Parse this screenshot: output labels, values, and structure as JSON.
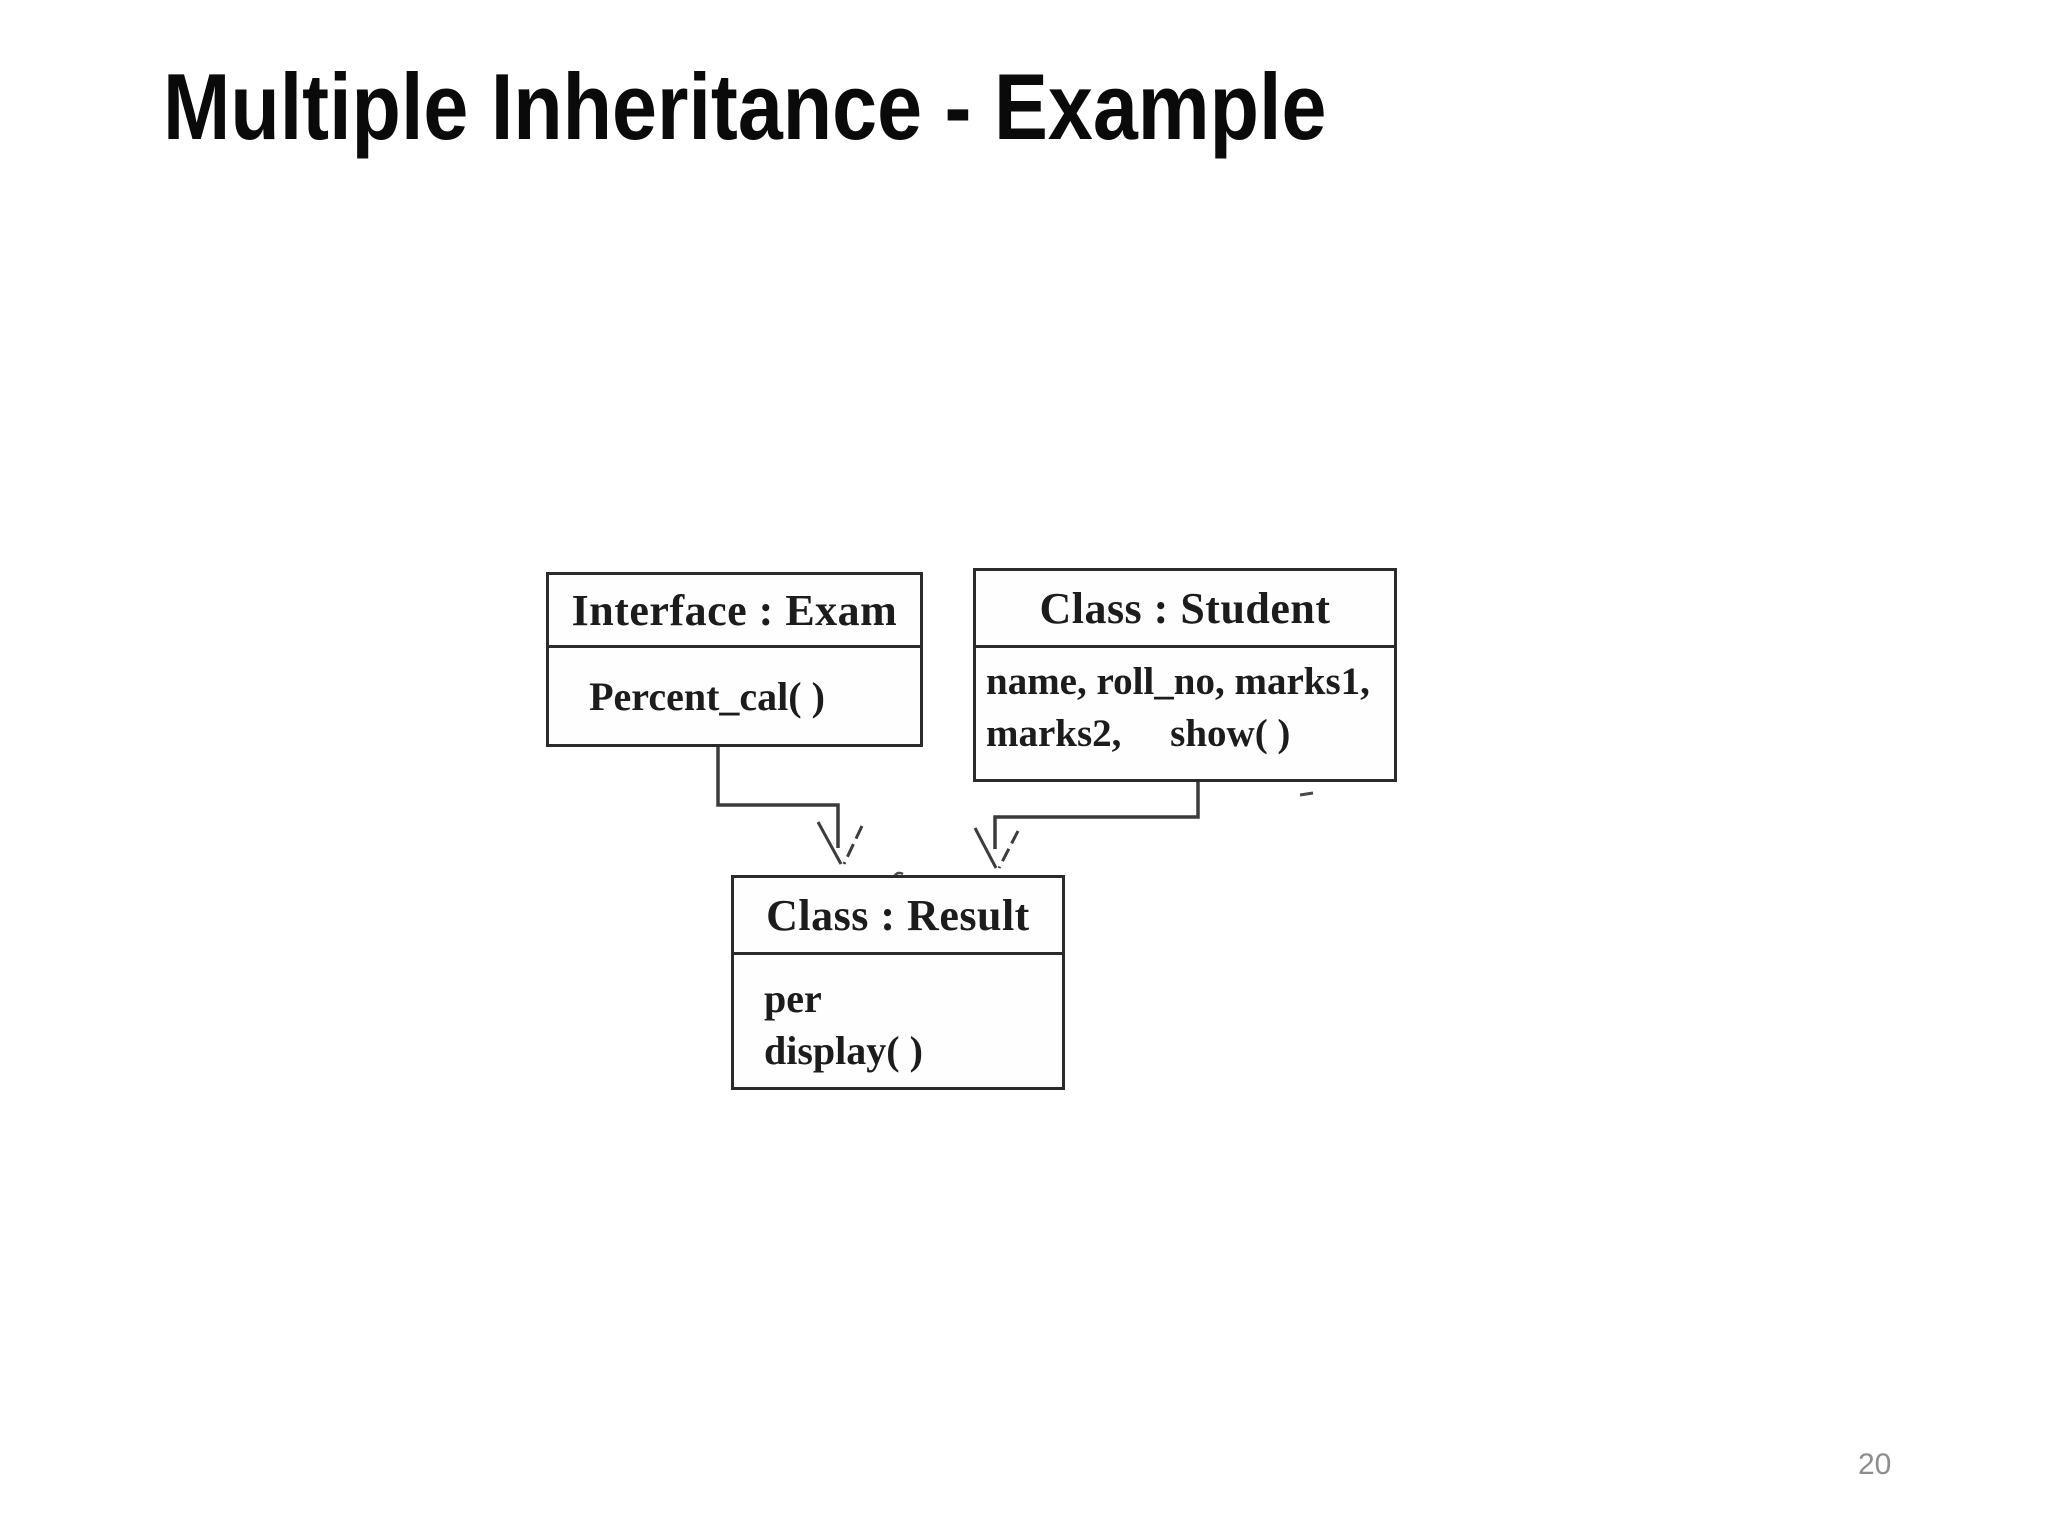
{
  "slide": {
    "title": "Multiple Inheritance - Example",
    "page_number": "20",
    "background_color": "#ffffff"
  },
  "diagram": {
    "type": "uml-class-diagram",
    "boxes": [
      {
        "id": "exam",
        "header": "Interface : Exam",
        "body_lines": [
          "Percent_cal( )"
        ]
      },
      {
        "id": "student",
        "header": "Class : Student",
        "body_lines": [
          "name, roll_no, marks1,",
          "marks2,     show( )"
        ]
      },
      {
        "id": "result",
        "header": "Class : Result",
        "body_lines": [
          "per",
          "display( )"
        ]
      }
    ],
    "relations": [
      {
        "from": "Interface : Exam",
        "to": "Class : Result",
        "style": "elbow-open-arrowhead"
      },
      {
        "from": "Class : Student",
        "to": "Class : Result",
        "style": "elbow-open-arrowhead"
      }
    ],
    "colors": {
      "box_border": "#2b2b2b",
      "box_text": "#1c1c1c",
      "connector": "#3c3c3c",
      "title_text": "#0a0a0a",
      "page_number_text": "#8d8d8d"
    }
  }
}
